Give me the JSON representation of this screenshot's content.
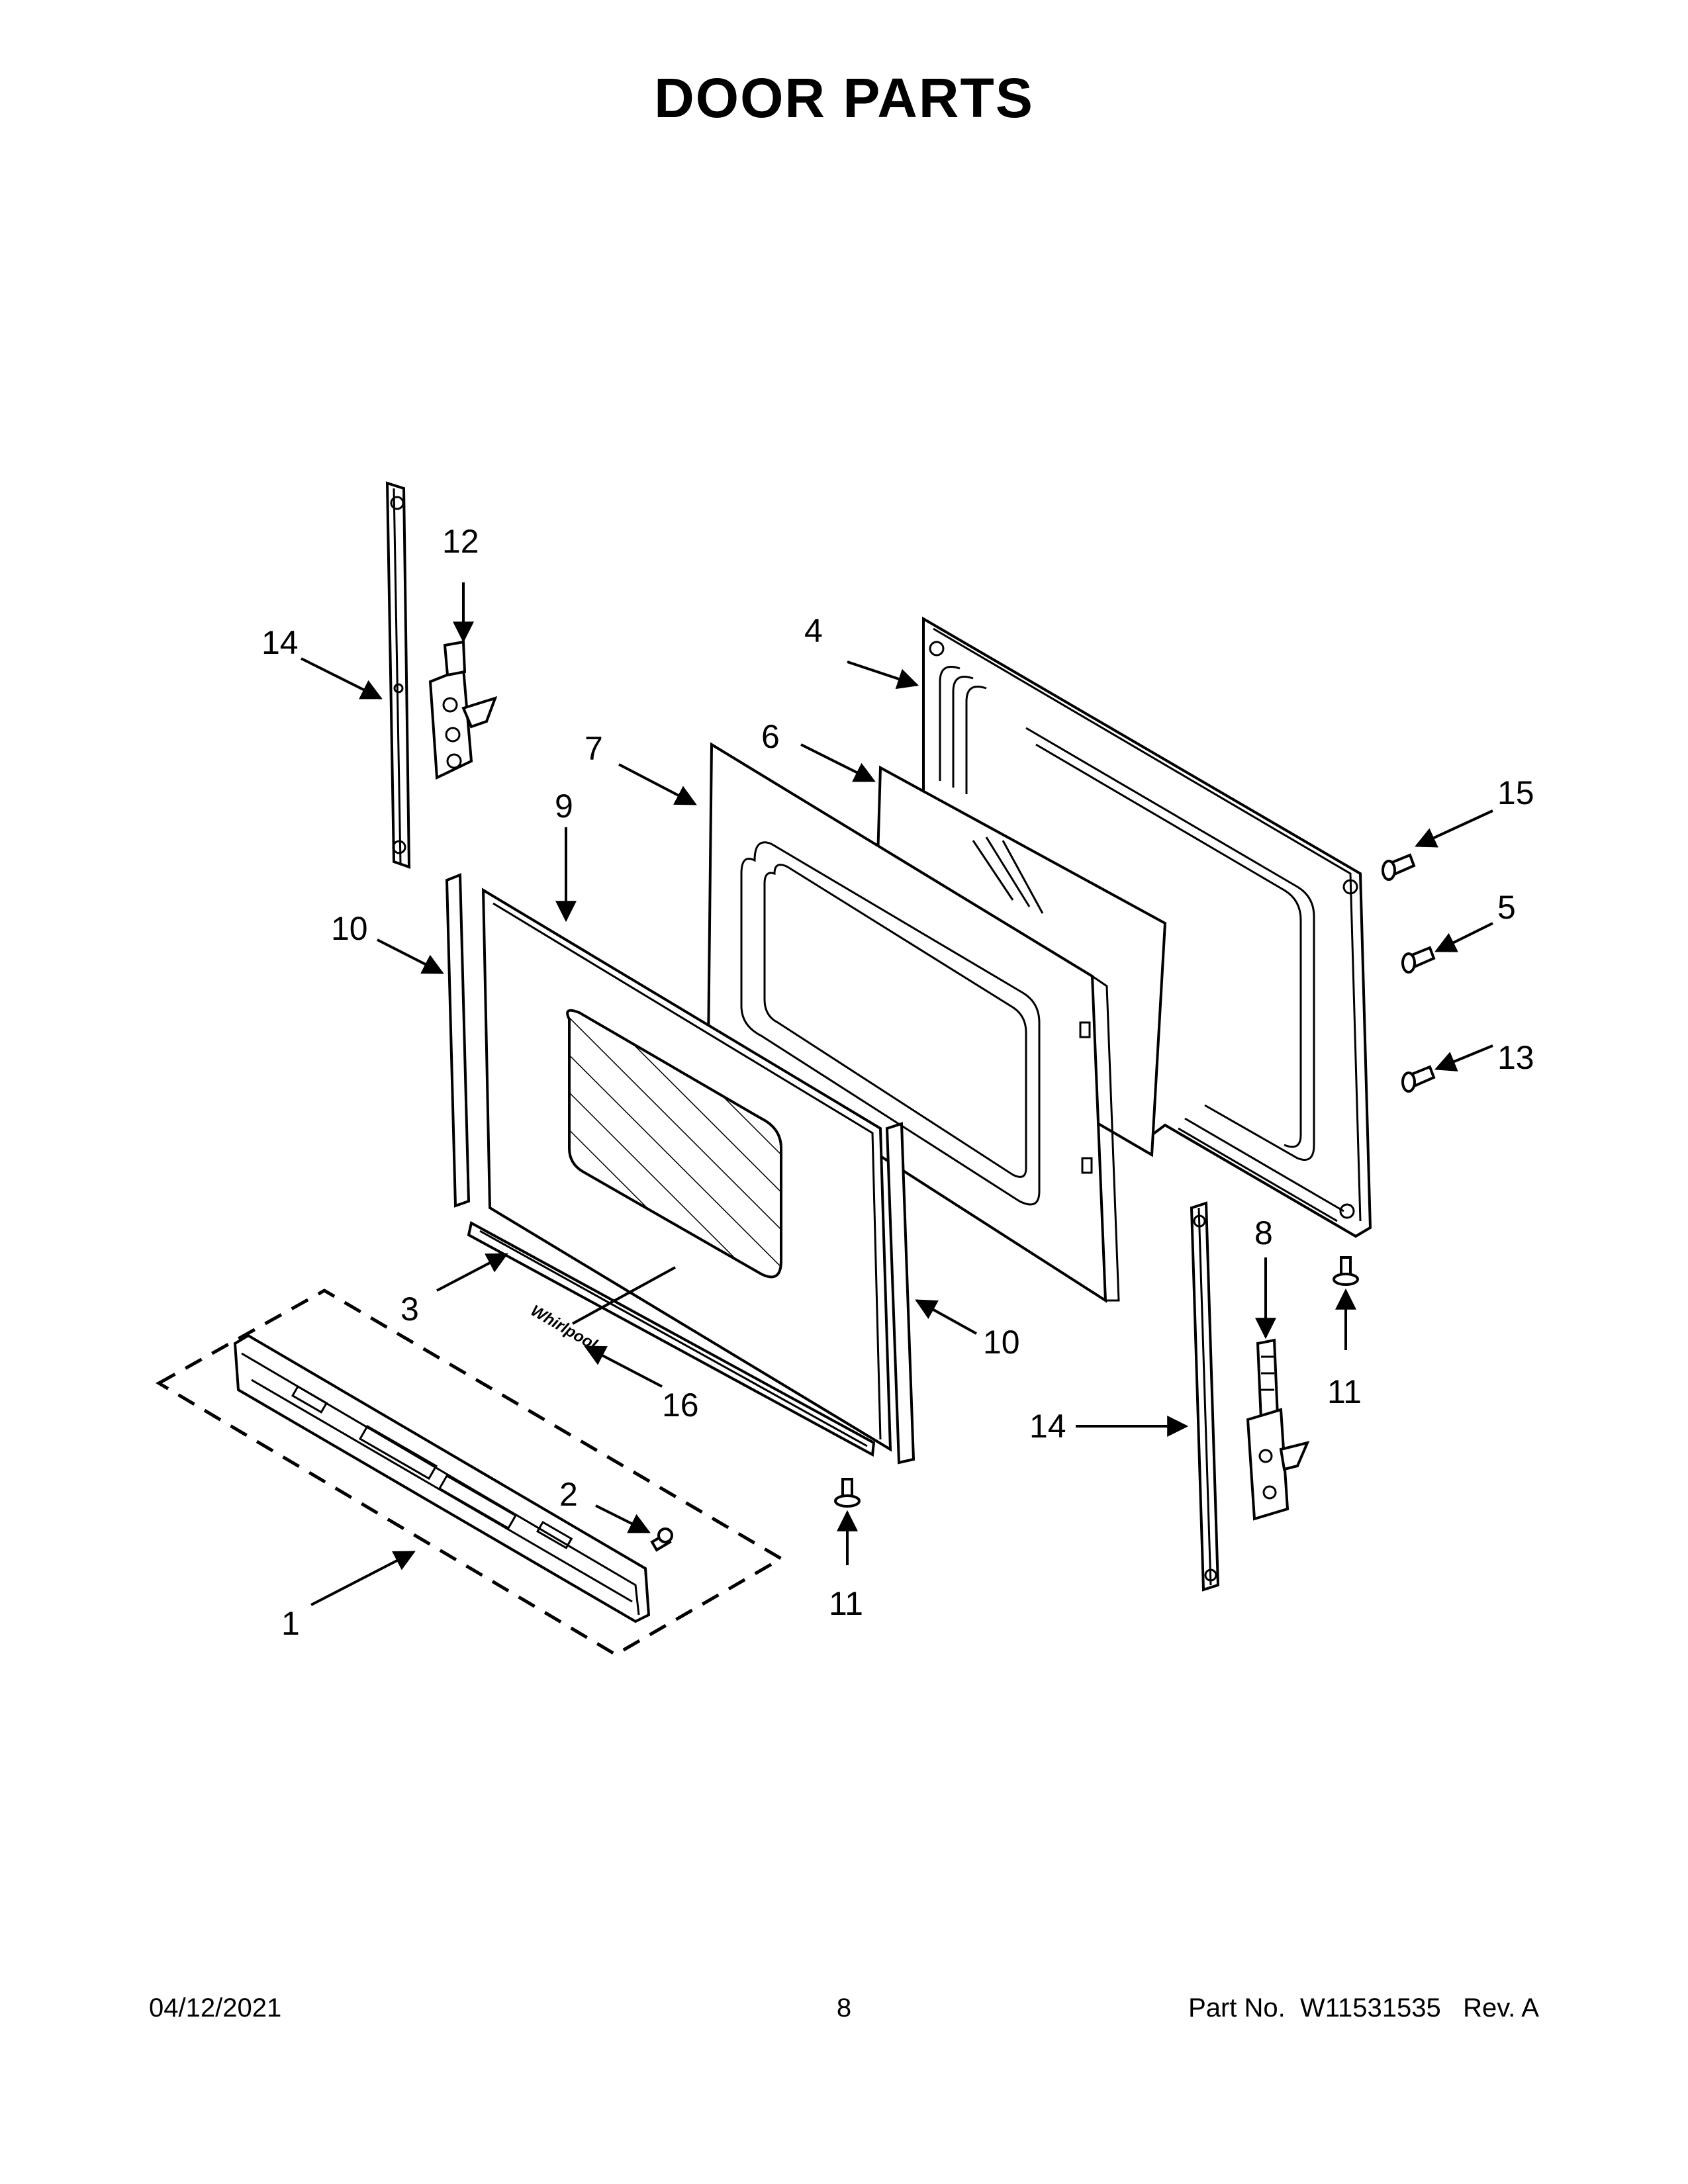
{
  "title": "DOOR PARTS",
  "callouts": {
    "c1": "1",
    "c2": "2",
    "c3": "3",
    "c4": "4",
    "c5": "5",
    "c6": "6",
    "c7": "7",
    "c8": "8",
    "c9": "9",
    "c10a": "10",
    "c10b": "10",
    "c11a": "11",
    "c11b": "11",
    "c12": "12",
    "c13": "13",
    "c14a": "14",
    "c14b": "14",
    "c15": "15",
    "c16": "16"
  },
  "brand_logo": "Whirlpool",
  "footer": {
    "date": "04/12/2021",
    "page": "8",
    "part_label": "Part No.",
    "part_number": "W11531535",
    "revision": "Rev. A"
  }
}
